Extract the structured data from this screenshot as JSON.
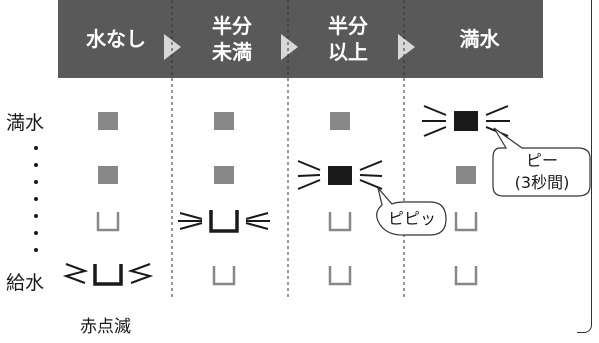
{
  "header": {
    "columns": [
      {
        "line1": "水なし",
        "line2": ""
      },
      {
        "line1": "半分",
        "line2": "未満"
      },
      {
        "line1": "半分",
        "line2": "以上"
      },
      {
        "line1": "満水",
        "line2": ""
      }
    ],
    "band_color": "#595959"
  },
  "rows": {
    "top_label": "満水",
    "bottom_label": "給水"
  },
  "callouts": {
    "beep_short": "ピピッ",
    "beep_long_line1": "ピー",
    "beep_long_line2": "(3秒間)"
  },
  "footer": {
    "blink_label": "赤点滅"
  },
  "colors": {
    "lit": "#1a1a1a",
    "filled": "#888888",
    "outline": "#888888",
    "rays": "#1a1a1a"
  }
}
